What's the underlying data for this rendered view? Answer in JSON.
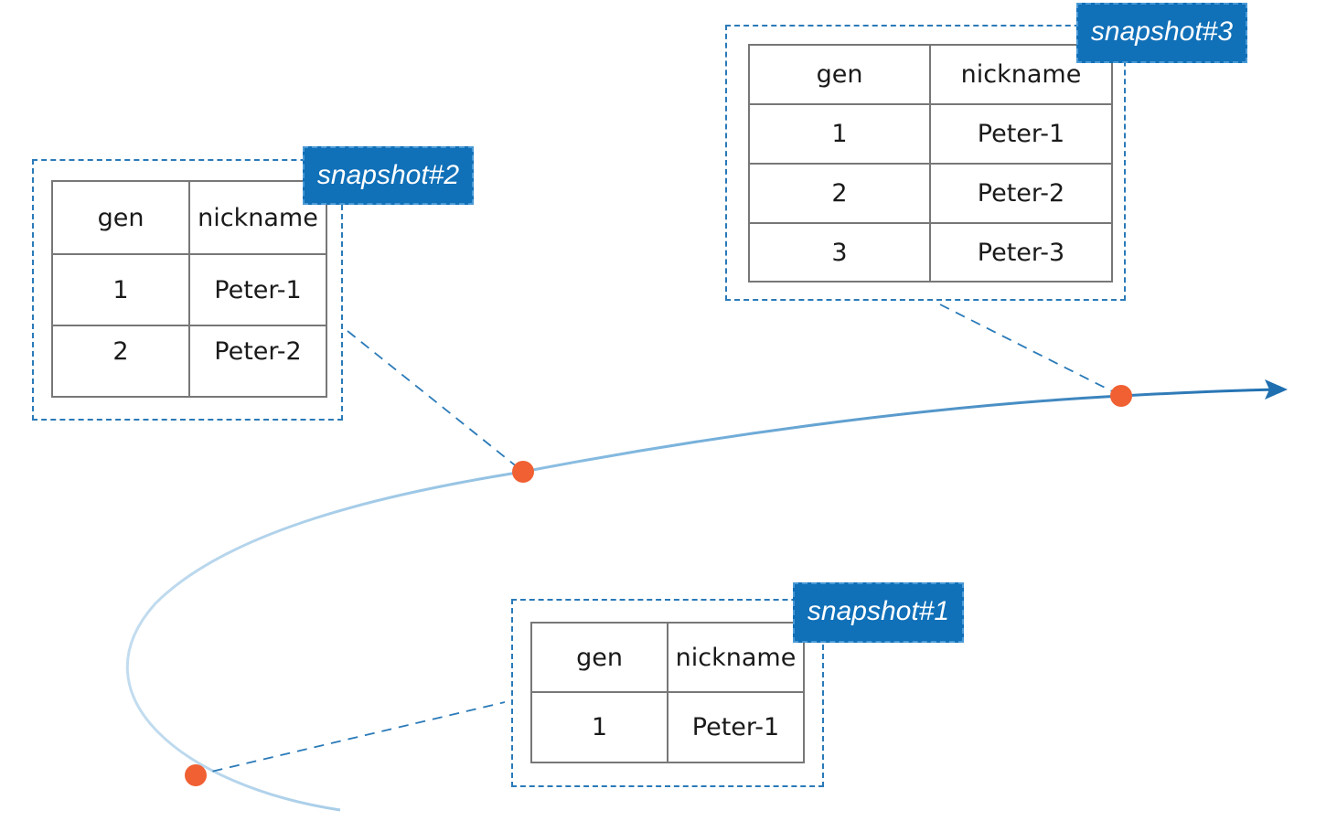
{
  "colors": {
    "frame": "#2a7ab8",
    "tag_bg": "#1070b8",
    "curve_start": "#c2dcef",
    "curve_end": "#1f6fb0",
    "point": "#f06033",
    "table_border": "#777777"
  },
  "columns": [
    "gen",
    "nickname"
  ],
  "snapshots": [
    {
      "label": "snapshot#1",
      "rows": [
        {
          "gen": "1",
          "nickname": "Peter-1"
        }
      ]
    },
    {
      "label": "snapshot#2",
      "rows": [
        {
          "gen": "1",
          "nickname": "Peter-1"
        },
        {
          "gen": "2",
          "nickname": "Peter-2"
        }
      ]
    },
    {
      "label": "snapshot#3",
      "rows": [
        {
          "gen": "1",
          "nickname": "Peter-1"
        },
        {
          "gen": "2",
          "nickname": "Peter-2"
        },
        {
          "gen": "3",
          "nickname": "Peter-3"
        }
      ]
    }
  ]
}
